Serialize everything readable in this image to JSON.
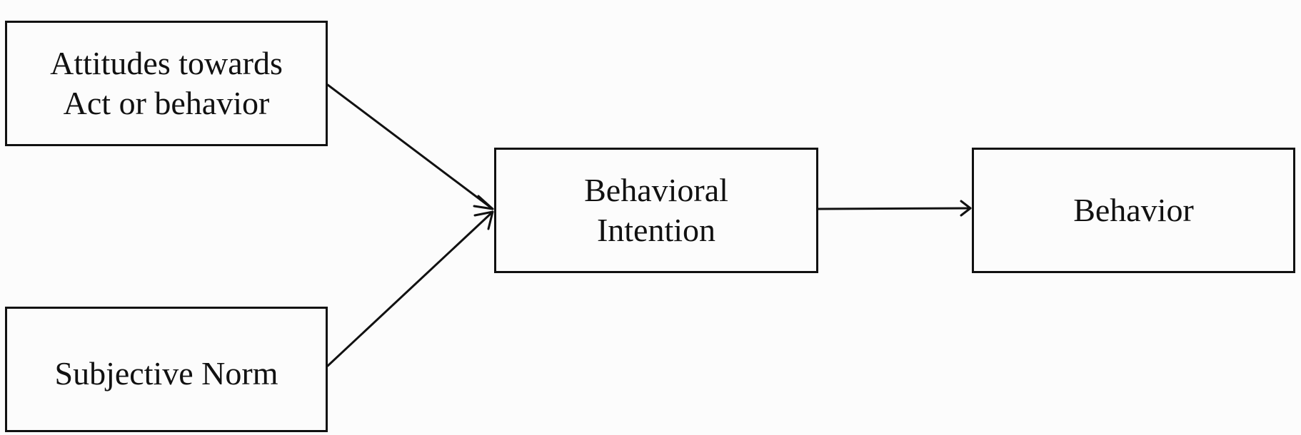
{
  "nodes": {
    "attitudes": {
      "label": "Attitudes towards\nAct or behavior"
    },
    "subjective_norm": {
      "label": "Subjective Norm"
    },
    "behavioral_intention": {
      "label": "Behavioral\nIntention"
    },
    "behavior": {
      "label": "Behavior"
    }
  },
  "edges": [
    {
      "from": "attitudes",
      "to": "behavioral_intention"
    },
    {
      "from": "subjective_norm",
      "to": "behavioral_intention"
    },
    {
      "from": "behavioral_intention",
      "to": "behavior"
    }
  ]
}
